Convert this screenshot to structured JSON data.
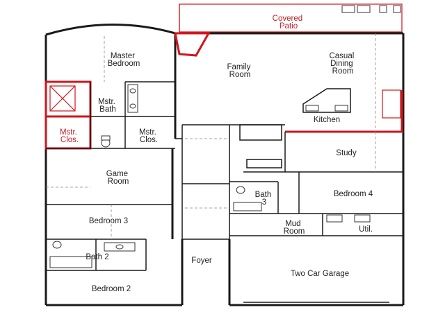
{
  "accent_color": "#d0151c",
  "wall_color": "#1a1a1a",
  "rooms": {
    "covered_patio": [
      "Covered",
      "Patio"
    ],
    "master_bedroom": [
      "Master",
      "Bedroom"
    ],
    "family_room": [
      "Family",
      "Room"
    ],
    "casual_dining": [
      "Casual",
      "Dining",
      "Room"
    ],
    "mstr_bath": [
      "Mstr.",
      "Bath"
    ],
    "kitchen": "Kitchen",
    "mstr_clos_left": [
      "Mstr.",
      "Clos."
    ],
    "mstr_clos_right": [
      "Mstr.",
      "Clos."
    ],
    "study": "Study",
    "game_room": [
      "Game",
      "Room"
    ],
    "bath3": [
      "Bath",
      "3"
    ],
    "bedroom4": "Bedroom 4",
    "bedroom3": "Bedroom 3",
    "mud_room": [
      "Mud",
      "Room"
    ],
    "util": "Util.",
    "bath2": "Bath 2",
    "foyer": "Foyer",
    "garage": "Two Car Garage",
    "bedroom2": "Bedroom 2"
  }
}
